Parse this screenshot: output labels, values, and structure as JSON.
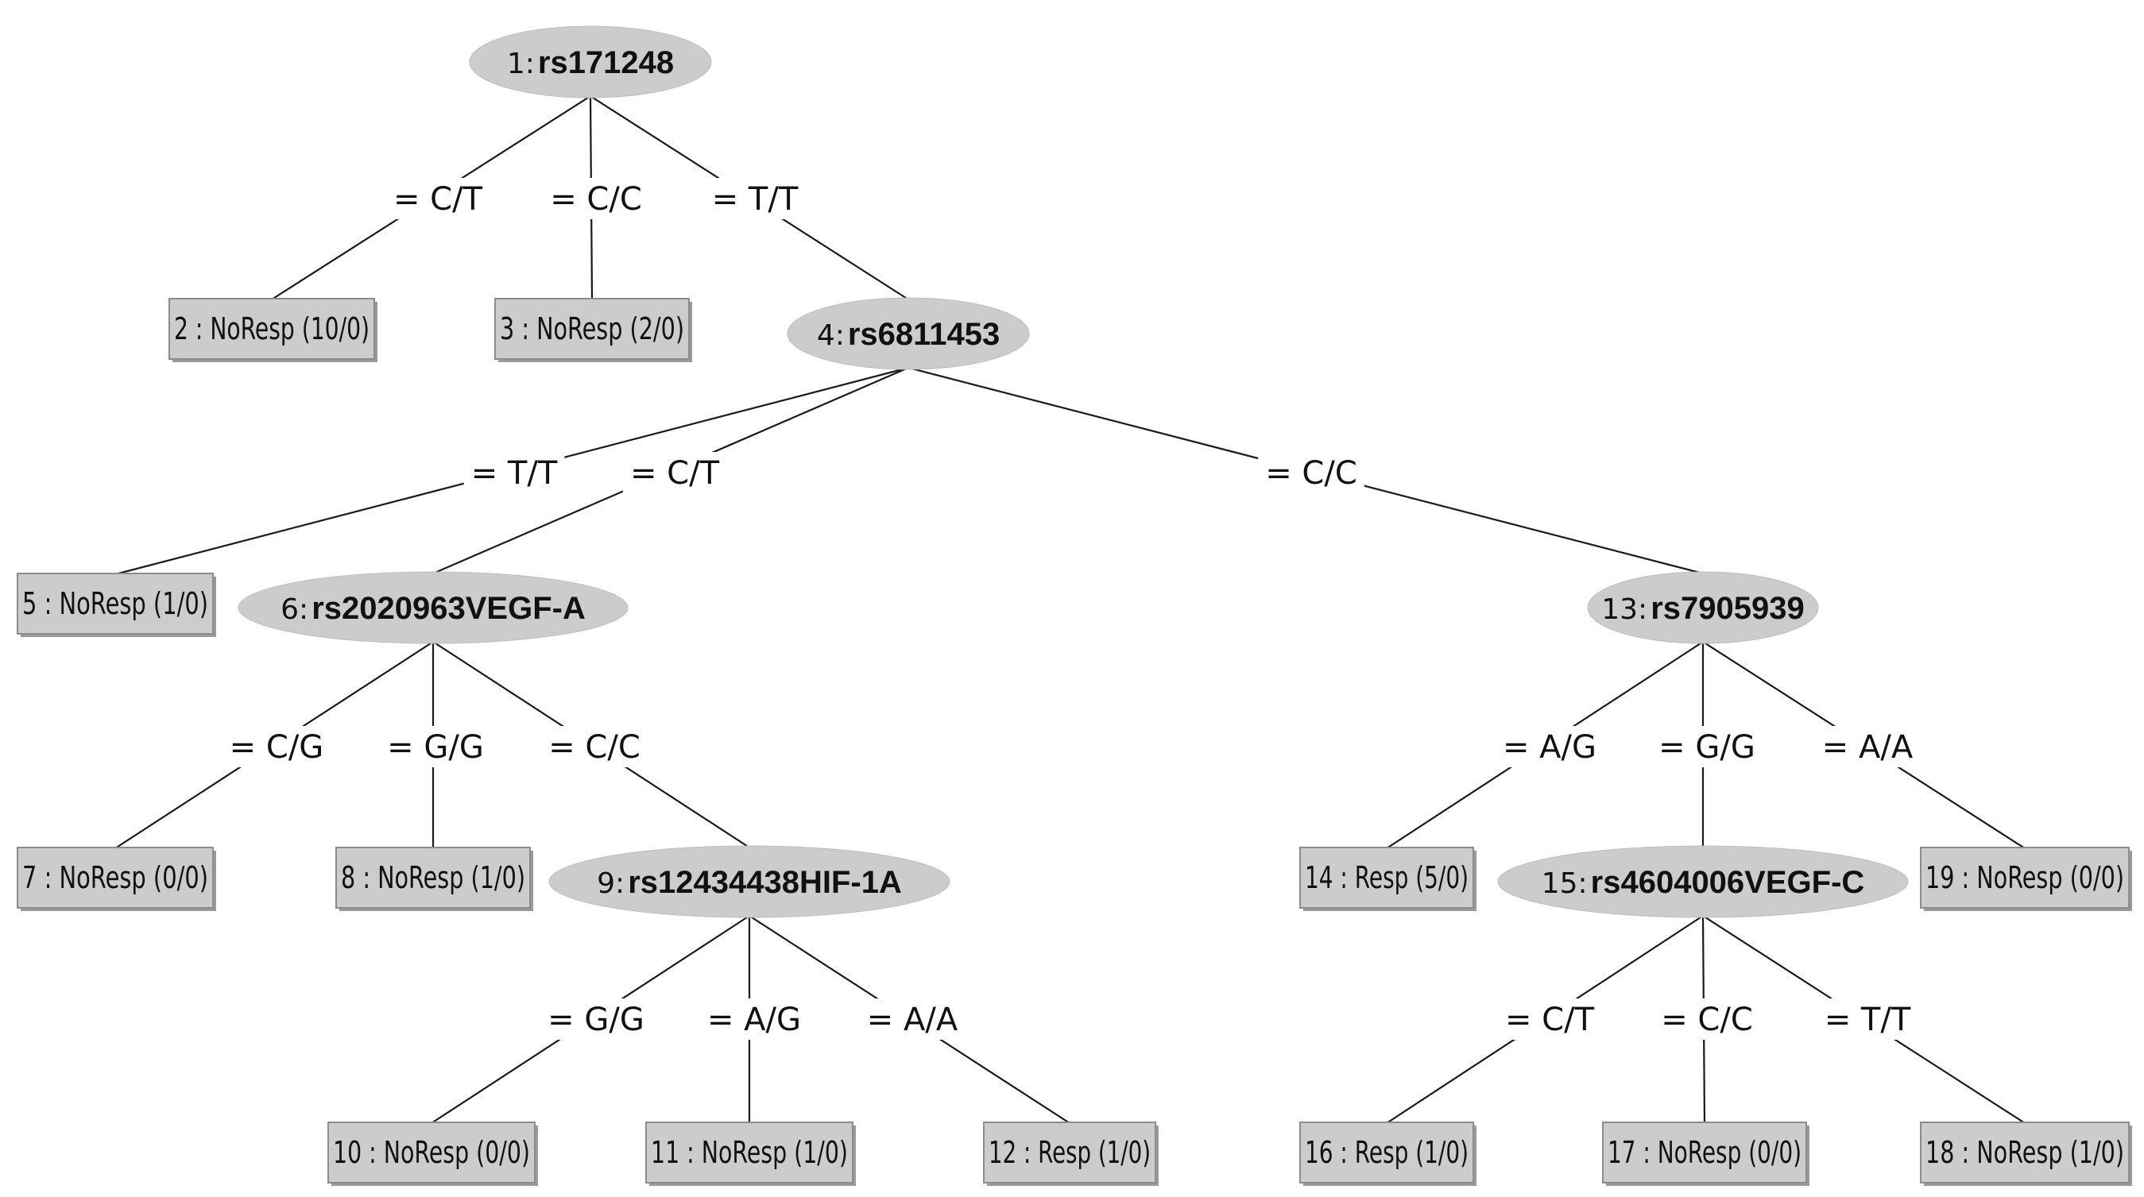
{
  "tree": {
    "inner_nodes": [
      {
        "id": "1",
        "num": "1:",
        "name": "rs171248"
      },
      {
        "id": "4",
        "num": "4:",
        "name": "rs6811453"
      },
      {
        "id": "6",
        "num": "6:",
        "name": "rs2020963VEGF-A"
      },
      {
        "id": "9",
        "num": "9:",
        "name": "rs12434438HIF-1A"
      },
      {
        "id": "13",
        "num": "13:",
        "name": "rs7905939"
      },
      {
        "id": "15",
        "num": "15:",
        "name": "rs4604006VEGF-C"
      }
    ],
    "leaves": [
      {
        "id": "2",
        "text": "2 : NoResp (10/0)"
      },
      {
        "id": "3",
        "text": "3 : NoResp (2/0)"
      },
      {
        "id": "5",
        "text": "5 : NoResp (1/0)"
      },
      {
        "id": "7",
        "text": "7 : NoResp (0/0)"
      },
      {
        "id": "8",
        "text": "8 : NoResp (1/0)"
      },
      {
        "id": "10",
        "text": "10 : NoResp (0/0)"
      },
      {
        "id": "11",
        "text": "11 : NoResp (1/0)"
      },
      {
        "id": "12",
        "text": "12 : Resp (1/0)"
      },
      {
        "id": "14",
        "text": "14 : Resp (5/0)"
      },
      {
        "id": "16",
        "text": "16 : Resp (1/0)"
      },
      {
        "id": "17",
        "text": "17 : NoResp (0/0)"
      },
      {
        "id": "18",
        "text": "18 : NoResp (1/0)"
      },
      {
        "id": "19",
        "text": "19 : NoResp (0/0)"
      }
    ],
    "edges": [
      {
        "from": "1",
        "to": "2",
        "label": "= C/T"
      },
      {
        "from": "1",
        "to": "3",
        "label": "= C/C"
      },
      {
        "from": "1",
        "to": "4",
        "label": "= T/T"
      },
      {
        "from": "4",
        "to": "5",
        "label": "= T/T"
      },
      {
        "from": "4",
        "to": "6",
        "label": "= C/T"
      },
      {
        "from": "4",
        "to": "13",
        "label": "= C/C"
      },
      {
        "from": "6",
        "to": "7",
        "label": "= C/G"
      },
      {
        "from": "6",
        "to": "8",
        "label": "= G/G"
      },
      {
        "from": "6",
        "to": "9",
        "label": "= C/C"
      },
      {
        "from": "9",
        "to": "10",
        "label": "= G/G"
      },
      {
        "from": "9",
        "to": "11",
        "label": "= A/G"
      },
      {
        "from": "9",
        "to": "12",
        "label": "= A/A"
      },
      {
        "from": "13",
        "to": "14",
        "label": "= A/G"
      },
      {
        "from": "13",
        "to": "15",
        "label": "= G/G"
      },
      {
        "from": "13",
        "to": "19",
        "label": "= A/A"
      },
      {
        "from": "15",
        "to": "16",
        "label": "= C/T"
      },
      {
        "from": "15",
        "to": "17",
        "label": "= C/C"
      },
      {
        "from": "15",
        "to": "18",
        "label": "= T/T"
      }
    ]
  }
}
